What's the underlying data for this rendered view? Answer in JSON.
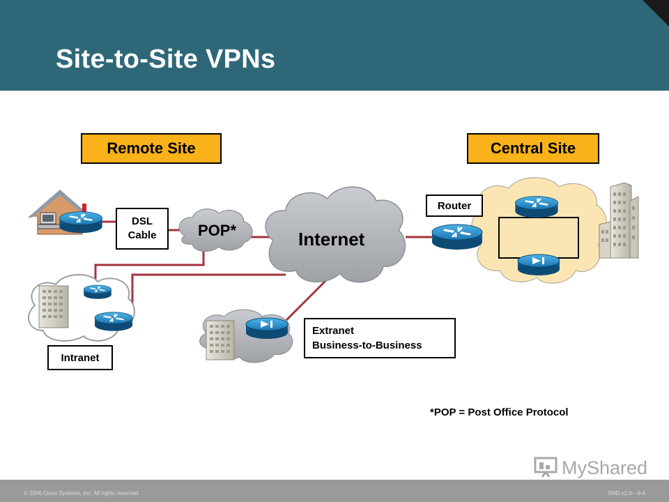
{
  "slide": {
    "title": "Site-to-Site VPNs"
  },
  "labels": {
    "remote_site": "Remote Site",
    "central_site": "Central Site",
    "dsl_line1": "DSL",
    "dsl_line2": "Cable",
    "pop": "POP*",
    "internet": "Internet",
    "router": "Router",
    "intranet": "Intranet",
    "extranet_line1": "Extranet",
    "extranet_line2": "Business-to-Business"
  },
  "footnote": "*POP = Post Office Protocol",
  "footer": {
    "copyright": "© 2006 Cisco Systems, Inc. All rights reserved.",
    "code": "SND v2.0—6-4",
    "brand": "MyShared"
  },
  "colors": {
    "header": "#2e6878",
    "site_label": "#f9b21a",
    "link": "#a3333d",
    "router": "#1e7fb8",
    "cloud": "#b9bcc0",
    "central_cloud": "#fbe6b3"
  }
}
